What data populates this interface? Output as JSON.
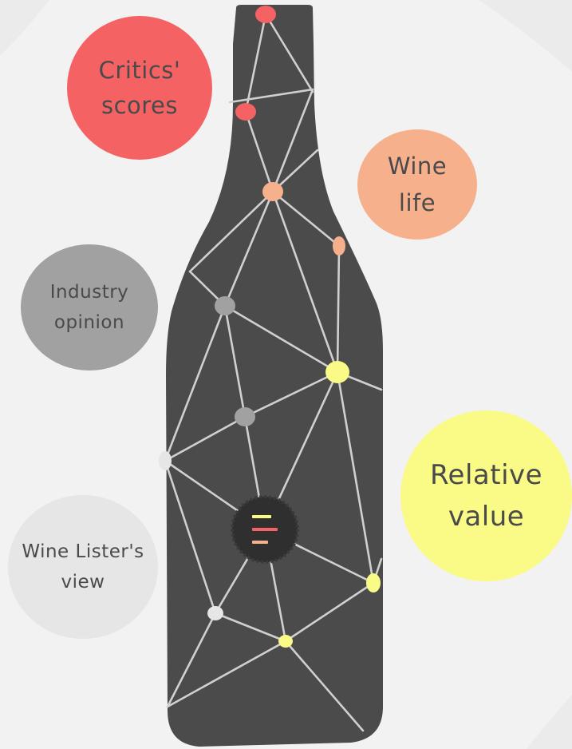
{
  "diagram": {
    "nodes": [
      {
        "id": "critics",
        "label": "Critics'\nscores",
        "color": "#f46263"
      },
      {
        "id": "wine-life",
        "label": "Wine\nlife",
        "color": "#f7b08c"
      },
      {
        "id": "industry",
        "label": "Industry\nopinion",
        "color": "#a1a1a1"
      },
      {
        "id": "value",
        "label": "Relative\nvalue",
        "color": "#fafa87"
      },
      {
        "id": "lister",
        "label": "Wine Lister's\nview",
        "color": "#e6e6e6"
      }
    ]
  },
  "colors": {
    "background": "#f2f2f2",
    "bottle": "#4b4b4b",
    "network_line": "#d0d0d0",
    "text": "#4a4a4a",
    "logo_badge": "#2f2f2f"
  }
}
